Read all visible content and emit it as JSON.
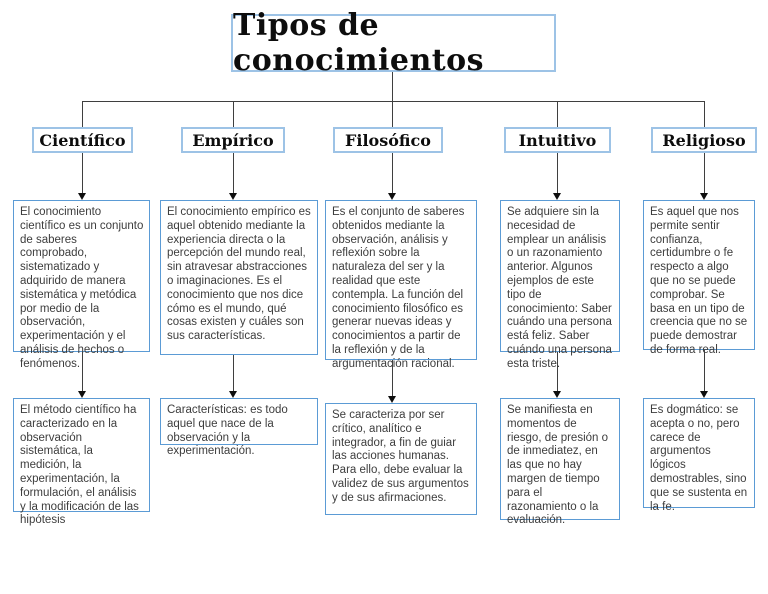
{
  "title": "Tipos de conocimientos",
  "colors": {
    "accent_light": "#9dc3e6",
    "accent_medium": "#5b9bd5",
    "connector_line": "#3f3f3f"
  },
  "columns": [
    {
      "header": "Científico",
      "description": "El conocimiento científico es un conjunto de saberes comprobado, sistematizado y adquirido de manera sistemática y metódica por medio de la observación, experimentación y el análisis de hechos o fenómenos.",
      "note": "El método científico ha caracterizado en la observación sistemática, la medición, la experimentación, la formulación, el análisis y la modificación de las hipótesis"
    },
    {
      "header": "Empírico",
      "description": "El conocimiento empírico es aquel obtenido mediante la experiencia directa o la percepción del mundo real, sin atravesar abstracciones o imaginaciones. Es el conocimiento que nos dice cómo es el mundo, qué cosas existen y cuáles son sus características.",
      "note": "Características: es todo aquel que nace de la observación y la experimentación."
    },
    {
      "header": "Filosófico",
      "description": "Es el conjunto de saberes obtenidos mediante la observación, análisis y reflexión sobre la naturaleza del ser y la realidad que este contempla. La función del conocimiento filosófico es generar nuevas ideas y conocimientos a partir de la reflexión y de la argumentación racional.",
      "note": "Se caracteriza por ser crítico, analítico e integrador, a fin de guiar las acciones humanas. Para ello, debe evaluar la validez de sus argumentos y de sus afirmaciones."
    },
    {
      "header": "Intuitivo",
      "description": "Se adquiere sin la necesidad de emplear un análisis o un razonamiento anterior. Algunos ejemplos de este tipo de conocimiento: Saber cuándo una persona está feliz. Saber cuándo una persona esta triste.",
      "note": "Se manifiesta en momentos de riesgo, de presión o de inmediatez, en las que no hay margen de tiempo para el razonamiento o la evaluación."
    },
    {
      "header": "Religioso",
      "description": "Es aquel que nos permite sentir confianza, certidumbre o fe respecto a algo que no se puede comprobar. Se basa en un tipo de creencia que no se puede demostrar de forma real.",
      "note": "Es dogmático: se acepta o no, pero carece de argumentos lógicos demostrables, sino que se sustenta en la fe."
    }
  ]
}
